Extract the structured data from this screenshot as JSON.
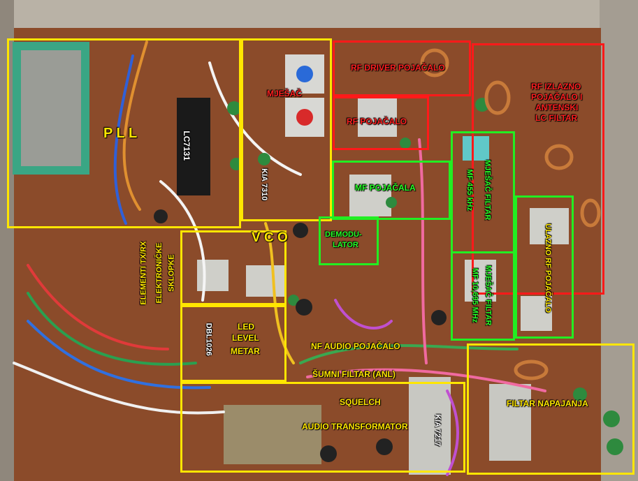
{
  "colors": {
    "yellow": "#ffe600",
    "red": "#ff1a1a",
    "green": "#22ee22"
  },
  "labels": {
    "pll": "P L L",
    "lc7131": "LC7131",
    "kia7310": "KIA 7310",
    "mjesac": "MJEŠAČ",
    "vco": "V C O",
    "rf_driver": "RF DRIVER POJAČALO",
    "rf_pojacalo": "RF POJAČALO",
    "rf_izlazno_1": "RF IZLAZNO",
    "rf_izlazno_2": "POJAČALO I",
    "rf_izlazno_3": "ANTENSKI",
    "rf_izlazno_4": "LC FILTAR",
    "mf_pojacala": "MF POJAČALA",
    "demodulator_1": "DEMODU-",
    "demodulator_2": "LATOR",
    "mjesac_filtar_455_1": "MJEŠAČ FILTAR",
    "mjesac_filtar_455_2": "MF 455 kHz",
    "mjesac_filtar_10695_1": "MJEŠAČ FILTAR",
    "mjesac_filtar_10695_2": "MF 10,695 MHz",
    "ulazno_rf_pojacalo": "ULAZNO RF POJAČALO",
    "elementi_1": "ELEMENTI TX/RX",
    "elementi_2": "ELEKTRONIČKE",
    "elementi_3": "SKLOPKE",
    "dbl1026": "DBL1026",
    "led_1": "LED",
    "led_2": "LEVEL",
    "led_3": "METAR",
    "nf_audio": "NF AUDIO POJAČALO",
    "sumni_filtar": "ŠUMNI FILTAR (ANL)",
    "squelch": "SQUELCH",
    "audio_transformator": "AUDIO TRANSFORMATOR",
    "kia7217": "KIA 7217",
    "filtar_napajanja": "FILTAR NAPAJANJA"
  }
}
